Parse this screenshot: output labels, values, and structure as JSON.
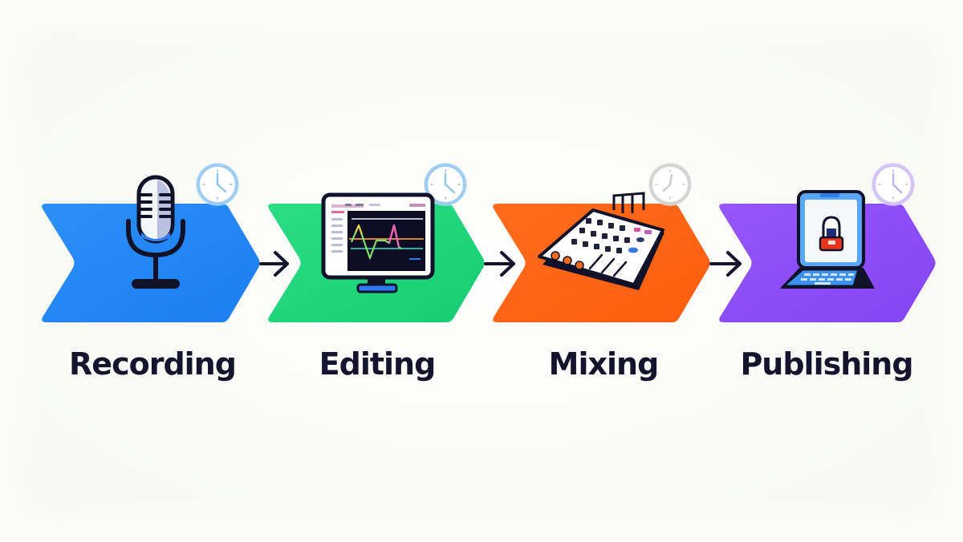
{
  "diagram": {
    "type": "process-flow",
    "direction": "left-to-right",
    "steps": [
      {
        "label": "Recording",
        "icon": "microphone-icon",
        "color": "#1f86f2",
        "color_light": "#2b90f8",
        "clock_color": "#b8dcf6",
        "has_clock": true
      },
      {
        "label": "Editing",
        "icon": "monitor-waveform-icon",
        "color": "#1ed27a",
        "color_light": "#2bde84",
        "clock_color": "#b8dcf6",
        "has_clock": true
      },
      {
        "label": "Mixing",
        "icon": "mixing-console-icon",
        "color": "#ff6312",
        "color_light": "#ff6b1c",
        "clock_color": "#d8d8d8",
        "has_clock": true
      },
      {
        "label": "Publishing",
        "icon": "laptop-podcast-icon",
        "color": "#8a4bf5",
        "color_light": "#9656fb",
        "clock_color": "#d6c6f8",
        "has_clock": true
      }
    ],
    "connectors": [
      {
        "from": "Recording",
        "to": "Editing",
        "icon": "arrow-right-icon"
      },
      {
        "from": "Editing",
        "to": "Mixing",
        "icon": "arrow-right-icon"
      },
      {
        "from": "Mixing",
        "to": "Publishing",
        "icon": "arrow-right-icon"
      }
    ],
    "text_color": "#14142e",
    "background": "#fbfcf8"
  }
}
